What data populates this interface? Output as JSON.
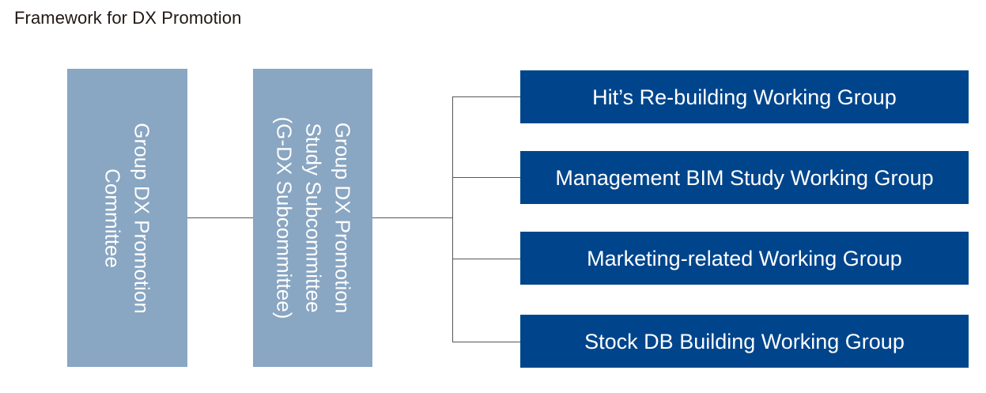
{
  "page": {
    "title": "Framework for DX Promotion",
    "colors": {
      "title_text": "#231815",
      "level_box_fill": "#89A6C2",
      "working_group_fill": "#00458C",
      "connector_line": "#595757",
      "box_text": "#FFFFFF",
      "background": "#FFFFFF"
    }
  },
  "diagram": {
    "type": "org-chart",
    "orientation": "left-to-right",
    "levels": [
      {
        "id": "committee",
        "name": "Group DX Promotion Committee",
        "orientation": "vertical-rotated",
        "lines": [
          "Group DX Promotion",
          "Committee"
        ]
      },
      {
        "id": "subcommittee",
        "name": "Group DX Promotion Study Subcommittee (G-DX Subcommittee)",
        "orientation": "vertical-rotated",
        "lines": [
          "Group DX Promotion",
          "Study Subcommittee",
          "(G-DX Subcommittee)"
        ]
      }
    ],
    "working_groups": [
      {
        "label": "Hit’s Re-building Working Group"
      },
      {
        "label": "Management BIM Study Working Group"
      },
      {
        "label": "Marketing-related Working Group"
      },
      {
        "label": "Stock DB Building Working Group"
      }
    ]
  }
}
